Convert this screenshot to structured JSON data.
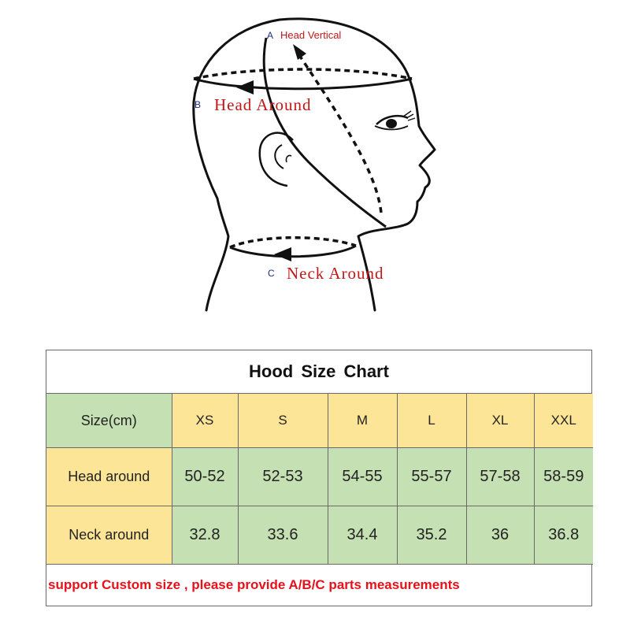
{
  "diagram": {
    "label_a_letter": "A",
    "label_a_text": "Head Vertical",
    "label_b_letter": "B",
    "label_b_text": "Head Around",
    "label_c_letter": "C",
    "label_c_text": "Neck Around"
  },
  "chart": {
    "title": "Hood  Size  Chart",
    "size_label": "Size(cm)",
    "sizes": [
      "XS",
      "S",
      "M",
      "L",
      "XL",
      "XXL"
    ],
    "head_label": "Head around",
    "head_values": [
      "50-52",
      "52-53",
      "54-55",
      "55-57",
      "57-58",
      "58-59"
    ],
    "neck_label": "Neck around",
    "neck_values": [
      "32.8",
      "33.6",
      "34.4",
      "35.2",
      "36",
      "36.8"
    ],
    "note": "support Custom size , please provide A/B/C parts measurements"
  },
  "colors": {
    "green_cell": "#c5e0b3",
    "yellow_cell": "#fde597",
    "note_red": "#e8101a",
    "label_red": "#c01818"
  }
}
